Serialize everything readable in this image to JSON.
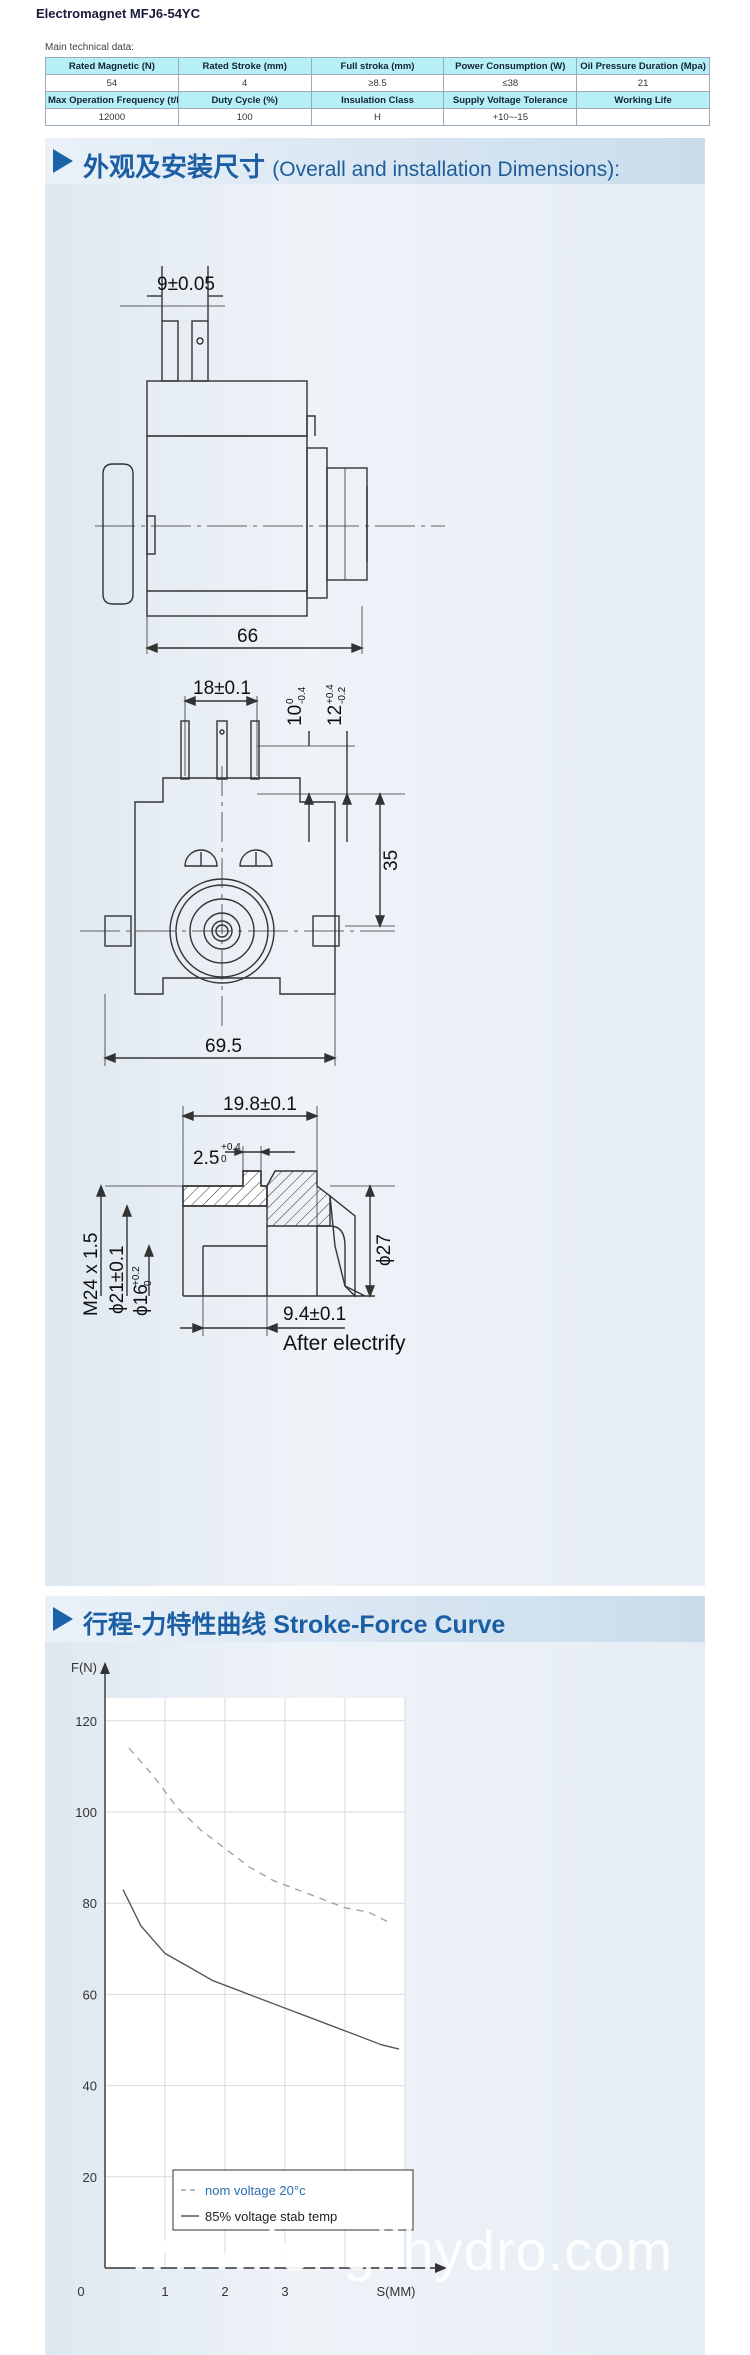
{
  "header": {
    "title": "Electromagnet MFJ6-54YC",
    "subtitle": "Main technical data:"
  },
  "spec_table": {
    "row1_headers": [
      "Rated Magnetic (N)",
      "Rated Stroke (mm)",
      "Full stroka (mm)",
      "Power Consumption (W)",
      "Oil Pressure Duration (Mpa)"
    ],
    "row1_values": [
      "54",
      "4",
      "≥8.5",
      "≤38",
      "21"
    ],
    "row2_headers": [
      "Max Operation Frequency (t/h)",
      "Duty Cycle (%)",
      "Insulation Class",
      "Supply Voltage Tolerance",
      "Working Life"
    ],
    "row2_values": [
      "12000",
      "100",
      "H",
      "+10~-15",
      ""
    ]
  },
  "dimensions": {
    "banner_cn": "外观及安装尺寸",
    "banner_en": "(Overall and installation Dimensions):",
    "top_view": {
      "pin_spacing": "9±0.05",
      "length": "66"
    },
    "front_view": {
      "pin_spacing": "18±0.1",
      "tol_a": "10",
      "tol_a_sup": "0",
      "tol_a_sub": "-0.4",
      "tol_b": "12",
      "tol_b_sup": "+0.4",
      "tol_b_sub": "-0.2",
      "height": "35",
      "width": "69.5"
    },
    "section_view": {
      "top_dim": "19.8±0.1",
      "groove": "2.5",
      "groove_tol": "+0.4",
      "groove_tol2": "0",
      "thread": "M24 x 1.5",
      "bore": "ϕ21±0.1",
      "inner": "ϕ16",
      "inner_tol": "+0.2",
      "inner_tol2": "0",
      "outer": "ϕ27",
      "stroke_dim": "9.4±0.1",
      "note": "After electrify"
    }
  },
  "curve": {
    "banner_cn": "行程-力特性曲线",
    "banner_en": "Stroke-Force Curve"
  },
  "chart_data": {
    "type": "line",
    "title": "",
    "ylabel": "F(N)",
    "xlabel": "S(MM)",
    "x_ticks": [
      "0",
      "1",
      "2",
      "3"
    ],
    "y_ticks": [
      "20",
      "40",
      "60",
      "80",
      "100",
      "120"
    ],
    "xlim": [
      0,
      5
    ],
    "ylim": [
      0,
      125
    ],
    "grid": true,
    "legend_placement": "bottom-left",
    "series": [
      {
        "name": "nom voltage 20°c",
        "style": "dashed",
        "color": "#9aa4b0",
        "x": [
          0.4,
          0.8,
          1.2,
          1.6,
          2.0,
          2.4,
          2.8,
          3.2,
          3.6,
          4.0,
          4.4,
          4.7
        ],
        "y": [
          114,
          108,
          101,
          96,
          92,
          88,
          85,
          83,
          81,
          79,
          78,
          76
        ]
      },
      {
        "name": "85% voltage stab temp",
        "style": "solid",
        "color": "#555a60",
        "x": [
          0.3,
          0.6,
          1.0,
          1.4,
          1.8,
          2.2,
          2.6,
          3.0,
          3.4,
          3.8,
          4.2,
          4.6,
          4.9
        ],
        "y": [
          83,
          75,
          69,
          66,
          63,
          61,
          59,
          57,
          55,
          53,
          51,
          49,
          48
        ]
      }
    ]
  },
  "watermark": "www.longlihydro.com",
  "colors": {
    "accent": "#1b5ea4",
    "table_header": "#b6f0f6"
  }
}
